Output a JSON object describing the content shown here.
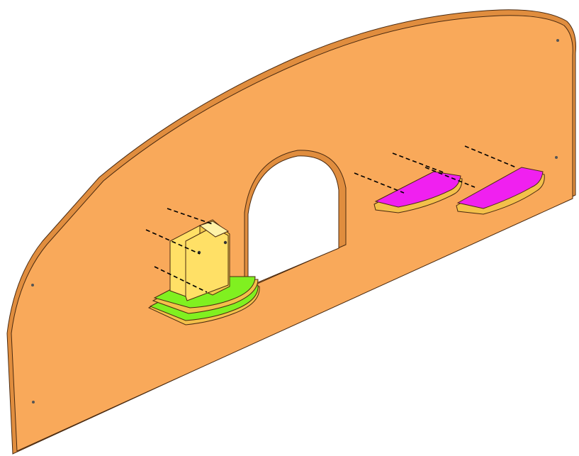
{
  "colors": {
    "background": "#ffffff",
    "panel_face": "#F9A95A",
    "panel_edge": "#E08D3E",
    "panel_outline": "#4a2a10",
    "upright_face": "#FFE066",
    "upright_side": "#F2C94C",
    "base_green": "#80F020",
    "base_edge": "#F3C04A",
    "bracket_magenta": "#F020F0",
    "bracket_edge": "#F3C04A",
    "dash_line": "#000000"
  },
  "icons": {
    "panel": "curved-panel-shape",
    "hole": "arched-opening-shape",
    "bracket": "curved-bracket-shape",
    "fastener": "screw-hole-dot"
  }
}
